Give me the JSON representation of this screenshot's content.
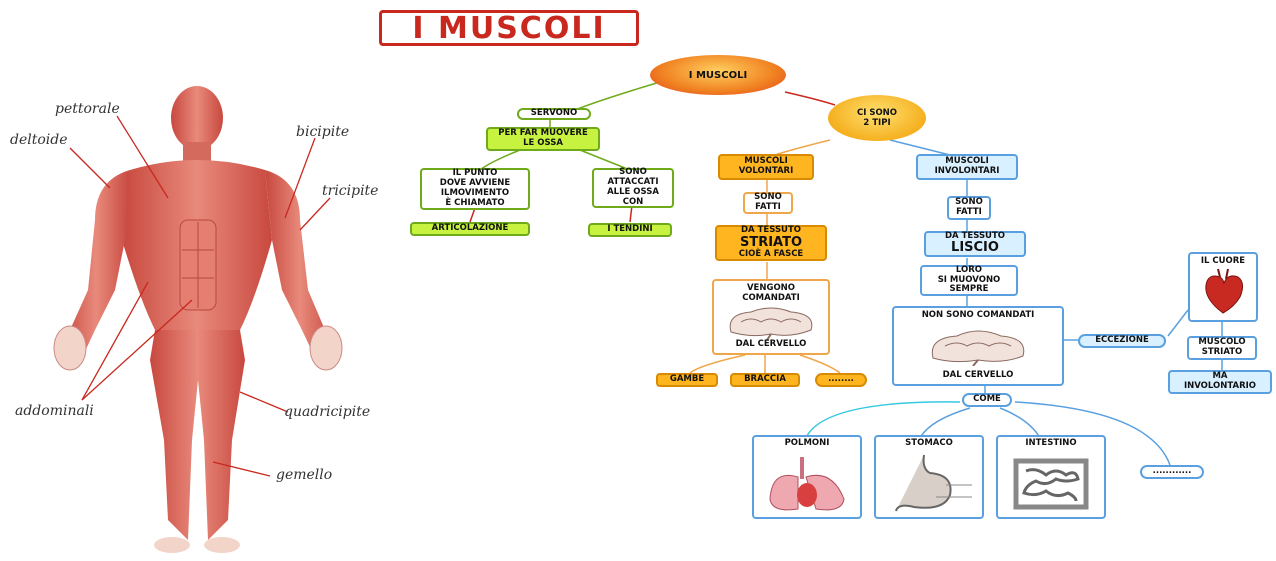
{
  "title": "I MUSCOLI",
  "body_labels": {
    "pettorale": "pettorale",
    "deltoide": "deltoide",
    "bicipite": "bicipite",
    "tricipite": "tricipite",
    "addominali": "addominali",
    "quadricipite": "quadricipite",
    "gemello": "gemello"
  },
  "map": {
    "root": "I MUSCOLI",
    "servono": "SERVONO",
    "per_far_muovere": "PER FAR MUOVERE\nLE OSSA",
    "punto": "IL PUNTO\nDOVE AVVIENE\nILMOVIMENTO\nÈ CHIAMATO",
    "articolazione": "ARTICOLAZIONE",
    "attaccati": "SONO\nATTACCATI\nALLE OSSA\nCON",
    "tendini": "I TENDINI",
    "tipi": "CI SONO\n2 TIPI",
    "volontari": "MUSCOLI\nVOLONTARI",
    "sono_fatti_1": "SONO\nFATTI",
    "tessuto_striato_1": "DA TESSUTO",
    "striato": "STRIATO",
    "cioe": "CIOÈ A FASCE",
    "vengono": "VENGONO\nCOMANDATI",
    "dal_cervello_1": "DAL CERVELLO",
    "gambe": "GAMBE",
    "braccia": "BRACCIA",
    "dots_1": "........",
    "involontari": "MUSCOLI\nINVOLONTARI",
    "sono_fatti_2": "SONO\nFATTI",
    "tessuto_liscio_1": "DA TESSUTO",
    "liscio": "LISCIO",
    "loro": "LORO\nSI MUOVONO\nSEMPRE",
    "non_comandati": "NON SONO COMANDATI",
    "dal_cervello_2": "DAL CERVELLO",
    "eccezione": "ECCEZIONE",
    "il_cuore": "IL CUORE",
    "muscolo_striato": "MUSCOLO\nSTRIATO",
    "ma_involontario": "MA\nINVOLONTARIO",
    "come": "COME",
    "polmoni": "POLMONI",
    "stomaco": "STOMACO",
    "intestino": "INTESTINO",
    "dots_2": "............"
  },
  "colors": {
    "title_red": "#c8281e",
    "green": "#c8f240",
    "orange": "#ffb520",
    "blue": "#d8f0ff",
    "muscle": "#d9655a"
  }
}
